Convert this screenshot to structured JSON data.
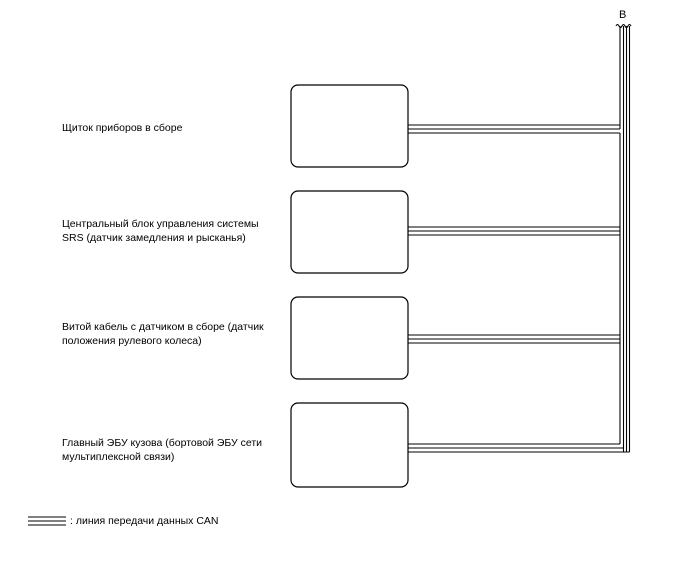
{
  "connector": {
    "label": "B"
  },
  "components": [
    {
      "id": "instrument-cluster",
      "label": "Щиток приборов в сборе"
    },
    {
      "id": "srs-ecu",
      "label": "Центральный блок управления системы\nSRS (датчик замедления и рысканья)"
    },
    {
      "id": "spiral-cable",
      "label": "Витой кабель с датчиком в сборе (датчик\nположения рулевого колеса)"
    },
    {
      "id": "main-body-ecu",
      "label": "Главный ЭБУ кузова (бортовой ЭБУ сети\nмультиплексной связи)"
    }
  ],
  "legend": {
    "text": ": линия передачи данных CAN"
  }
}
